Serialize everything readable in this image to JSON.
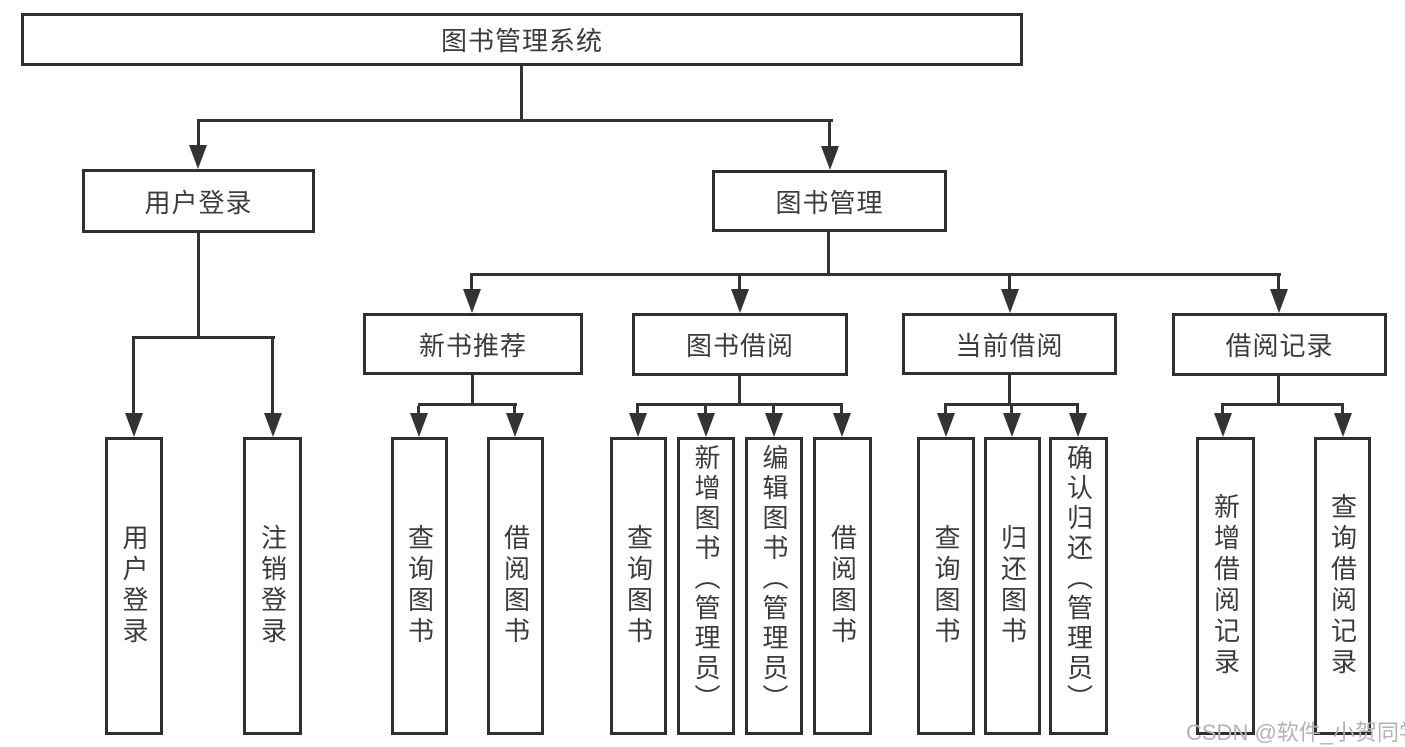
{
  "diagram_title": "图书管理系统",
  "root": {
    "label": "图书管理系统"
  },
  "level2": [
    {
      "id": "user-login",
      "label": "用户登录"
    },
    {
      "id": "book-management",
      "label": "图书管理"
    }
  ],
  "level3": [
    {
      "id": "new-book-recommend",
      "parent": "图书管理",
      "label": "新书推荐"
    },
    {
      "id": "book-borrowing",
      "parent": "图书管理",
      "label": "图书借阅"
    },
    {
      "id": "current-borrowing",
      "parent": "图书管理",
      "label": "当前借阅"
    },
    {
      "id": "borrowing-records",
      "parent": "图书管理",
      "label": "借阅记录"
    }
  ],
  "leaves": [
    {
      "parent": "用户登录",
      "label": "用户登录"
    },
    {
      "parent": "用户登录",
      "label": "注销登录"
    },
    {
      "parent": "新书推荐",
      "label": "查询图书"
    },
    {
      "parent": "新书推荐",
      "label": "借阅图书"
    },
    {
      "parent": "图书借阅",
      "label": "查询图书"
    },
    {
      "parent": "图书借阅",
      "label": "新增图书（管理员）"
    },
    {
      "parent": "图书借阅",
      "label": "编辑图书（管理员）"
    },
    {
      "parent": "图书借阅",
      "label": "借阅图书"
    },
    {
      "parent": "当前借阅",
      "label": "查询图书"
    },
    {
      "parent": "当前借阅",
      "label": "归还图书"
    },
    {
      "parent": "当前借阅",
      "label": "确认归还（管理员）"
    },
    {
      "parent": "借阅记录",
      "label": "新增借阅记录"
    },
    {
      "parent": "借阅记录",
      "label": "查询借阅记录"
    }
  ],
  "watermark": "CSDN @软件_小贺同学",
  "colors": {
    "line": "#333333",
    "box_border": "#2f2f2f",
    "text": "#3c3c3c",
    "watermark": "#b3b3b3",
    "background": "#ffffff"
  }
}
